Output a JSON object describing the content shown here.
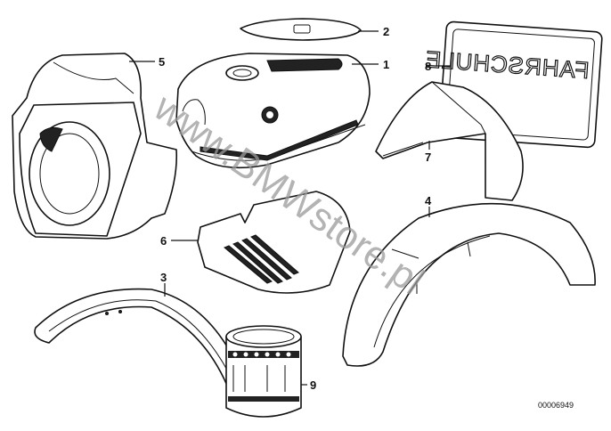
{
  "diagram": {
    "drawing_number": "00006949",
    "watermark": "www.BMWstore.pl",
    "plate_text": "FAHRSCHULE",
    "callouts": [
      {
        "number": "1",
        "part": "fuel-tank"
      },
      {
        "number": "2",
        "part": "tank-cover"
      },
      {
        "number": "3",
        "part": "front-mudguard"
      },
      {
        "number": "4",
        "part": "rear-mudguard"
      },
      {
        "number": "5",
        "part": "headlight-fairing"
      },
      {
        "number": "6",
        "part": "side-cover"
      },
      {
        "number": "7",
        "part": "seat-tail-cowl"
      },
      {
        "number": "8",
        "part": "learner-plate"
      },
      {
        "number": "9",
        "part": "paint-can"
      }
    ]
  }
}
